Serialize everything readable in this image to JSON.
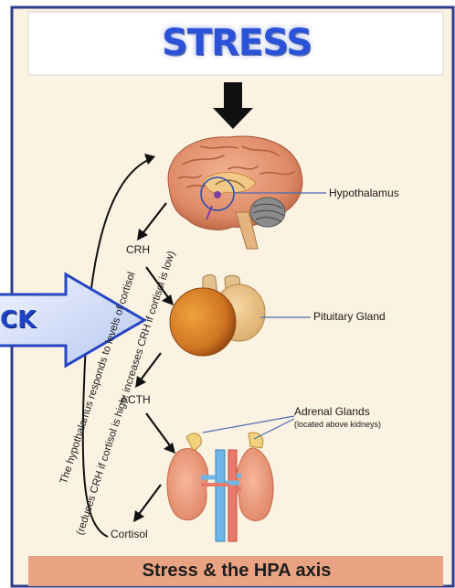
{
  "title": "STRESS",
  "footer": "Stress & the HPA axis",
  "labels": {
    "hypothalamus": "Hypothalamus",
    "pituitary": "Pituitary Gland",
    "adrenal": "Adrenal Glands",
    "adrenal_note": "(located above kidneys)",
    "crh": "CRH",
    "acth": "ACTH",
    "cortisol": "Cortisol"
  },
  "feedback": {
    "line1": "The hypothalamus responds to levels of cortisol",
    "line2": "(reduces CRH if cortisol is high; increases CRH if cortisol is low)"
  },
  "callout": "CK",
  "colors": {
    "panel_bg": "#fbf2e1",
    "border": "#2d3d8a",
    "title_blue": "#2a52d8",
    "footer_bg": "#e9a383",
    "brain": "#e09070",
    "pituitary": "#d78a3a",
    "kidney": "#ef9c7a"
  }
}
